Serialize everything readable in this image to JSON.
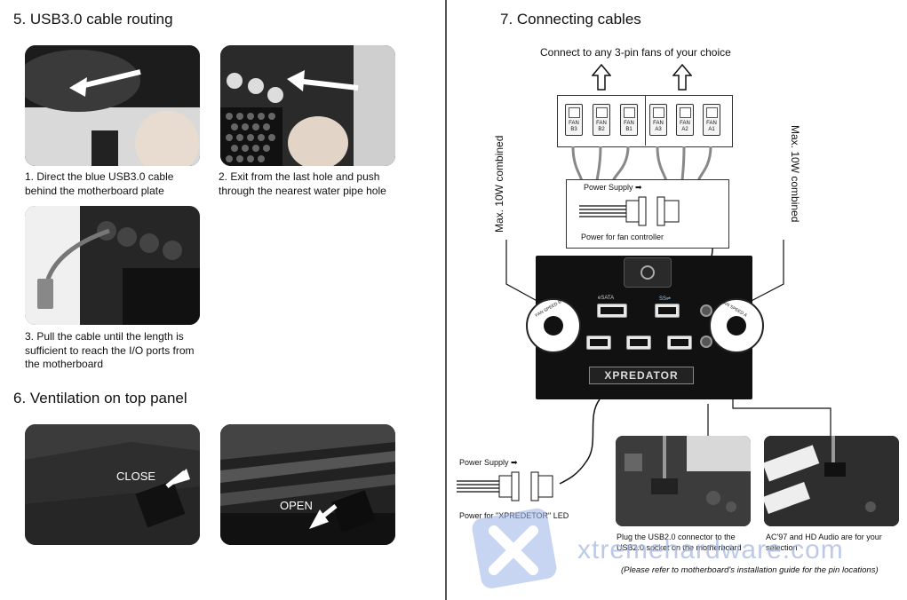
{
  "left": {
    "sec5_title": "5. USB3.0 cable routing",
    "step1": "1. Direct the blue USB3.0 cable behind the motherboard plate",
    "step2": "2. Exit from the last hole and push through the nearest water pipe hole",
    "step3": "3. Pull the cable until the length is sufficient to reach the I/O ports from the motherboard",
    "sec6_title": "6. Ventilation on top panel",
    "close_label": "CLOSE",
    "open_label": "OPEN"
  },
  "right": {
    "sec7_title": "7. Connecting cables",
    "fans_heading": "Connect to any 3-pin fans of your choice",
    "fan_labels": [
      "FAN B3",
      "FAN B2",
      "FAN B1",
      "FAN A3",
      "FAN A2",
      "FAN A1"
    ],
    "max_left": "Max. 10W combined",
    "max_right": "Max. 10W combined",
    "power_supply_top": "Power Supply ➡",
    "power_fan_controller": "Power for fan controller",
    "esata": "eSATA",
    "ss": "SS⇌",
    "brand": "XPREDATOR",
    "fan_speed_a": "FAN SPEED A",
    "fan_speed_b": "FAN SPEED B",
    "power_supply_bottom": "Power Supply ➡",
    "power_led": "Power for \"XPREDETOR\" LED",
    "usb2_note": "Plug the USB2.0 connector to the USB2.0 socket on the motherboard",
    "audio_note": "AC'97 and HD Audio are for your selection",
    "refer_note": "(Please refer to motherboard's installation guide for the pin locations)"
  },
  "watermark": "xtremehardware.com"
}
